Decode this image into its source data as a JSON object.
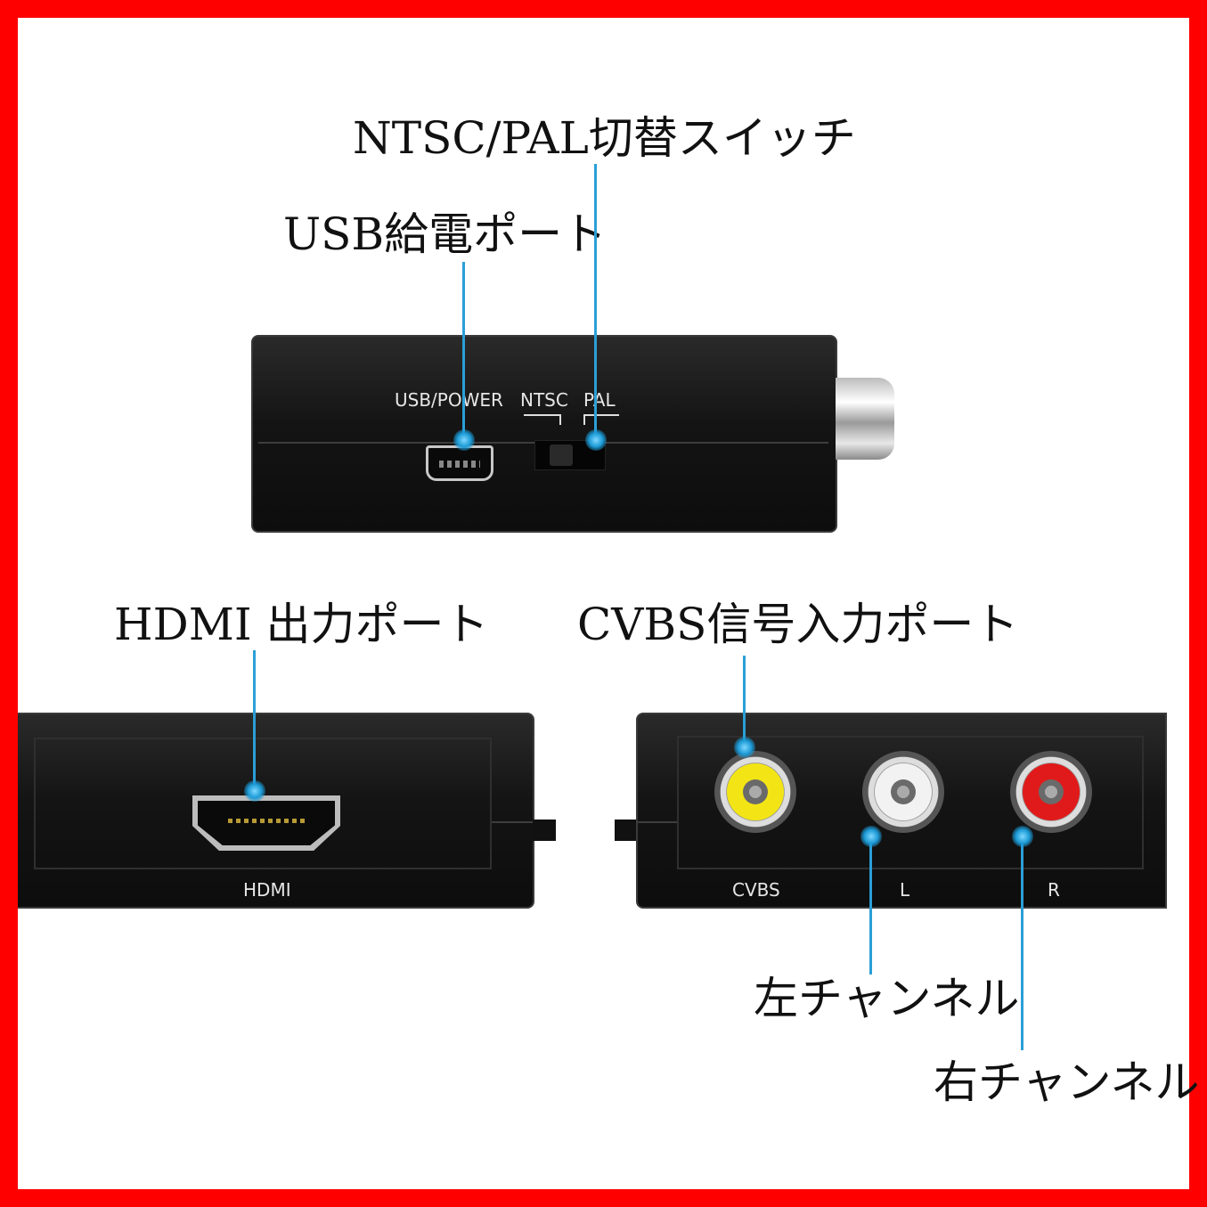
{
  "callouts": {
    "ntsc_pal_switch": "NTSC/PAL切替スイッチ",
    "usb_power_port": "USB給電ポート",
    "hdmi_output_port": "HDMI 出力ポート",
    "cvbs_input_port": "CVBS信号入力ポート",
    "left_channel": "左チャンネル",
    "right_channel": "右チャンネル"
  },
  "device_labels": {
    "usb_power": "USB/POWER",
    "ntsc": "NTSC",
    "pal": "PAL",
    "hdmi": "HDMI",
    "cvbs": "CVBS",
    "l": "L",
    "r": "R"
  },
  "colors": {
    "frame_border": "#ff0000",
    "leader_line": "#2b9fd6",
    "rca_yellow": "#f3e515",
    "rca_white": "#f2f2f2",
    "rca_red": "#e01a1a"
  },
  "icons": [
    "mini-usb-port-icon",
    "slide-switch-icon",
    "hdmi-port-icon",
    "rca-jack-icon"
  ]
}
